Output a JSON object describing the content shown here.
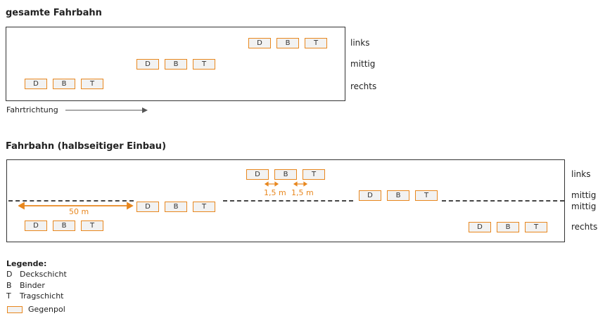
{
  "top": {
    "title": "gesamte Fahrbahn",
    "lane_labels": [
      "links",
      "mittig",
      "rechts"
    ],
    "direction_label": "Fahrtrichtung"
  },
  "bottom": {
    "title": "Fahrbahn (halbseitiger Einbau)",
    "lane_labels": [
      "links",
      "mittig",
      "mittig",
      "rechts"
    ],
    "dim_50": "50 m",
    "dim_gap1": "1,5 m",
    "dim_gap2": "1,5 m"
  },
  "box_letters": [
    "D",
    "B",
    "T"
  ],
  "legend": {
    "title": "Legende:",
    "items": [
      {
        "key": "D",
        "text": "Deckschicht"
      },
      {
        "key": "B",
        "text": "Binder"
      },
      {
        "key": "T",
        "text": "Tragschicht"
      }
    ],
    "swatch_text": "Gegenpol"
  },
  "colors": {
    "accent": "#e8871e",
    "line": "#333333",
    "box_fill": "#f2f2f2"
  }
}
